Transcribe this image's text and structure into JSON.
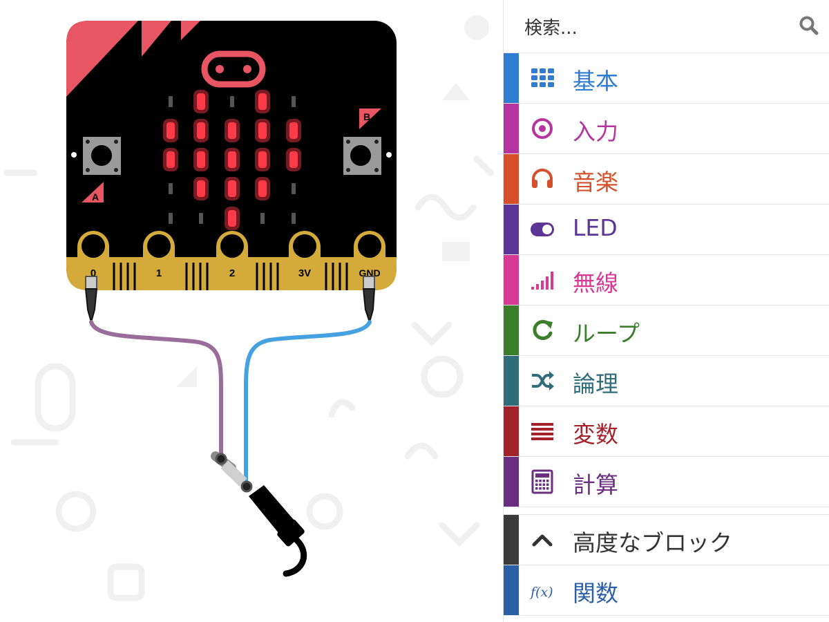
{
  "search": {
    "placeholder": "検索..."
  },
  "board": {
    "label_a": "A",
    "label_b": "B",
    "pins": [
      "0",
      "1",
      "2",
      "3V",
      "GND"
    ]
  },
  "categories": [
    {
      "label": "基本",
      "color": "#2f7cd3",
      "icon": "grid-icon"
    },
    {
      "label": "入力",
      "color": "#b5349f",
      "icon": "target-icon"
    },
    {
      "label": "音楽",
      "color": "#d64f2a",
      "icon": "headphones-icon"
    },
    {
      "label": "LED",
      "color": "#5c3597",
      "icon": "toggle-icon"
    },
    {
      "label": "無線",
      "color": "#d83995",
      "icon": "signal-icon"
    },
    {
      "label": "ループ",
      "color": "#3a7d2a",
      "icon": "loop-icon"
    },
    {
      "label": "論理",
      "color": "#2f6d7a",
      "icon": "shuffle-icon"
    },
    {
      "label": "変数",
      "color": "#a3222a",
      "icon": "list-icon"
    },
    {
      "label": "計算",
      "color": "#6b2d80",
      "icon": "calculator-icon"
    }
  ],
  "advanced": [
    {
      "label": "高度なブロック",
      "color": "#3b3b3b",
      "icon": "chevron-up-icon"
    },
    {
      "label": "関数",
      "color": "#2b5fa6",
      "icon": "function-icon",
      "glyph": "f(x)"
    }
  ]
}
